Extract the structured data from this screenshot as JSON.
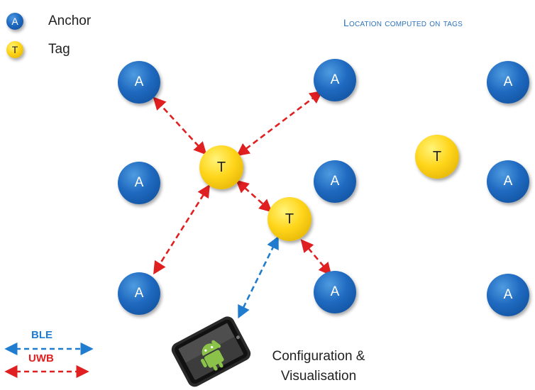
{
  "legend": {
    "anchor": {
      "symbol": "A",
      "label": "Anchor"
    },
    "tag": {
      "symbol": "T",
      "label": "Tag"
    }
  },
  "title": "Location computed on tags",
  "caption": {
    "line1": "Configuration &",
    "line2": "Visualisation"
  },
  "link_key": {
    "ble": {
      "label": "BLE",
      "color": "#1f7ccf"
    },
    "uwb": {
      "label": "UWB",
      "color": "#e02020"
    }
  },
  "nodes": {
    "anchor_label": "A",
    "tag_label": "T"
  },
  "colors": {
    "anchor": "#1f6ac0",
    "tag": "#ffd51a",
    "ble": "#1f7ccf",
    "uwb": "#e02020"
  }
}
